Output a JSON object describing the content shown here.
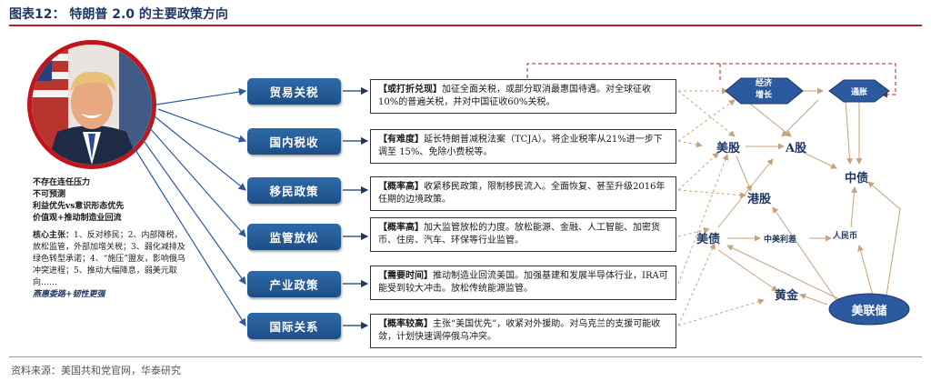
{
  "figure": {
    "title": "图表12：  特朗普 2.0 的主要政策方向",
    "source": "资料来源：美国共和党官网，华泰研究"
  },
  "left_notes": {
    "highlights": [
      "不存在连任压力",
      "不可预测",
      "利益优先vs意识形态优先",
      "价值观+推动制造业回流"
    ],
    "core_title": "核心主张：",
    "core_body": "1、反对移民；2、内部降税，放松监管，外部加增关税；3、弱化减排及绿色转型承诺；4、“施压”盟友，影响俄乌冲突进程；5、推动大幅降息，弱美元取向……",
    "footer": "燕惠委路+韧性更强"
  },
  "policies": [
    {
      "label": "贸易关税",
      "tag": "【或打折兑现】",
      "text": "加征全面关税，或部分取消最惠国待遇。对全球征收10%的普遍关税，并对中国征收60%关税。"
    },
    {
      "label": "国内税收",
      "tag": "【有难度】",
      "text": "延长特朗普减税法案（TCJA）。将企业税率从21%进一步下调至 15%、免除小费税等。"
    },
    {
      "label": "移民政策",
      "tag": "【概率高】",
      "text": "收紧移民政策，限制移民流入。全面恢复、甚至升级2016年任期的边境政策。"
    },
    {
      "label": "监管放松",
      "tag": "【概率高】",
      "text": "加大监管放松的力度。放松能源、金融、人工智能、加密货币、住房、汽车、环保等行业监管。"
    },
    {
      "label": "产业政策",
      "tag": "【需要时间】",
      "text": "推动制造业回流美国。加强基建和发展半导体行业，IRA可能受到较大冲击。放松传统能源监管。"
    },
    {
      "label": "国际关系",
      "tag": "【概率较高】",
      "text": "主张“美国优先”，收紧对外援助。对乌克兰的支援可能收敛，计划快速调停俄乌冲突。"
    }
  ],
  "nodes": {
    "growth": "经济\n增长",
    "inflation": "通胀",
    "us_stocks": "美股",
    "a_shares": "A股",
    "hk_stocks": "港股",
    "china_bonds": "中债",
    "us_bonds": "美债",
    "sino_us_rates": "中美利差",
    "rmb": "人民币",
    "gold": "黄金",
    "fed": "美联储"
  },
  "colors": {
    "accent_red": "#c0161b",
    "button_blue": "#1d4f86",
    "arrow_tan": "#c9a27a",
    "arrow_red_dashed": "#c0161b",
    "fed_fill": "#2c5aa0"
  }
}
